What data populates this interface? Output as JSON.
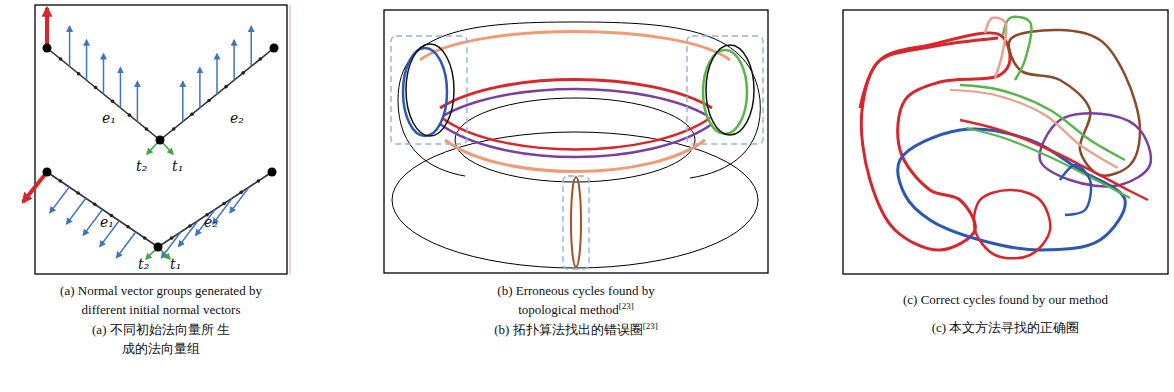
{
  "diagram": {
    "nodes": [
      {
        "text": [
          "(a) Normal vector groups generated by different initial normal vectors",
          "(a) 不同初始法向量所 生成的法向量组"
        ]
      },
      {
        "text": [
          "(b) Erroneous cycles found by topological method[23]",
          "(b) 拓扑算法找出的错误圈[23]"
        ]
      },
      {
        "text": [
          "(c) Correct cycles found by our method",
          "(c) 本文方法寻找的正确圈"
        ]
      }
    ],
    "labels": [
      "e₁",
      "e₂",
      "t₂",
      "t₁",
      "e₁",
      "e₂",
      "t₂",
      "t₁"
    ]
  }
}
